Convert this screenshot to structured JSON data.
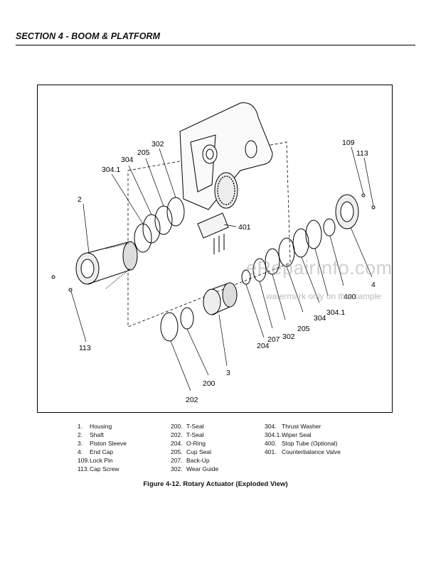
{
  "header": {
    "section_title": "SECTION 4 - BOOM & PLATFORM"
  },
  "figure": {
    "callouts": {
      "c109": "109",
      "c113a": "113",
      "c302a": "302",
      "c205a": "205",
      "c304a": "304",
      "c3041a": "304.1",
      "c2": "2",
      "c401": "401",
      "c4": "4",
      "c400": "400",
      "c3041b": "304.1",
      "c304b": "304",
      "c205b": "205",
      "c302b": "302",
      "c207": "207",
      "c204": "204",
      "c113b": "113",
      "c3": "3",
      "c200": "200",
      "c202": "202"
    },
    "watermark": "eRepairInfo.com",
    "watermark_sub": "watermark only on this sample"
  },
  "legend": {
    "col1": [
      {
        "num": "1.",
        "label": "Housing"
      },
      {
        "num": "2.",
        "label": "Shaft"
      },
      {
        "num": "3.",
        "label": "Piston Sleeve"
      },
      {
        "num": "4.",
        "label": "End Cap"
      },
      {
        "num": "109.",
        "label": "Lock Pin"
      },
      {
        "num": "113.",
        "label": "Cap Screw"
      }
    ],
    "col2": [
      {
        "num": "200.",
        "label": "T-Seal"
      },
      {
        "num": "202.",
        "label": "T-Seal"
      },
      {
        "num": "204.",
        "label": "O-Ring"
      },
      {
        "num": "205.",
        "label": "Cup Seal"
      },
      {
        "num": "207.",
        "label": "Back-Up"
      },
      {
        "num": "302.",
        "label": "Wear Guide"
      }
    ],
    "col3": [
      {
        "num": "304.",
        "label": "Thrust Washer"
      },
      {
        "num": "304.1.",
        "label": "Wiper Seal"
      },
      {
        "num": "400.",
        "label": "Stop Tube (Optional)"
      },
      {
        "num": "401.",
        "label": "Counterbalance Valve"
      }
    ]
  },
  "caption": "Figure 4-12.  Rotary Actuator (Exploded View)"
}
